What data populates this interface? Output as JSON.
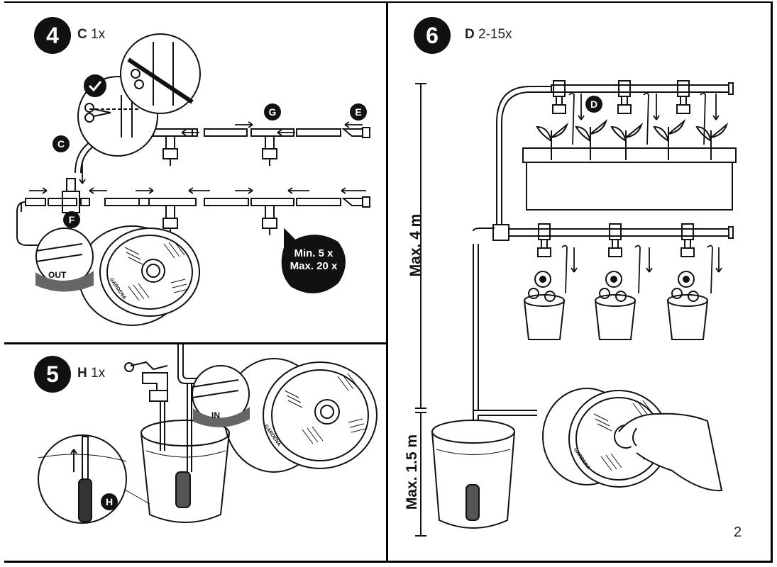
{
  "step4": {
    "number": "4",
    "part": "C",
    "qty": "1x",
    "badges": {
      "c": "C",
      "e": "E",
      "f": "F",
      "g": "G"
    },
    "out_label": "OUT",
    "bubble_min": "Min. 5 x",
    "bubble_max": "Max. 20 x",
    "brand": "GARDENA"
  },
  "step5": {
    "number": "5",
    "part": "H",
    "qty": "1x",
    "badge": "H",
    "in_label": "IN",
    "brand": "GARDENA"
  },
  "step6": {
    "number": "6",
    "part": "D",
    "qty": "2-15x",
    "badge": "D",
    "max_height_upper": "Max. 4 m",
    "max_height_lower": "Max. 1.5 m",
    "brand": "GARDENA"
  },
  "page_number": "2"
}
